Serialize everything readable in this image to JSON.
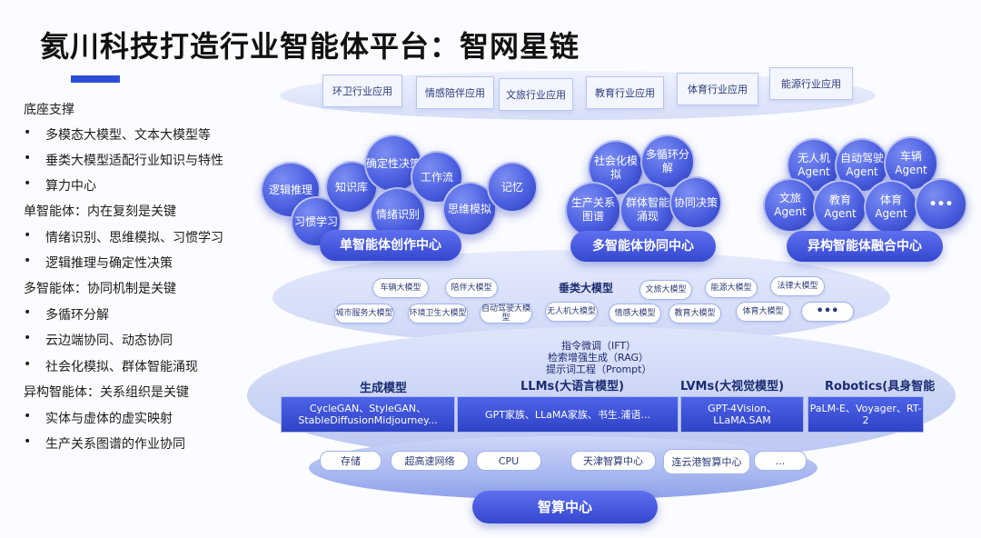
{
  "title": "氦川科技打造行业智能体平台：智网星链",
  "left": {
    "lines": [
      {
        "text": "底座支撑",
        "bullet": false
      },
      {
        "text": "多模态大模型、文本大模型等",
        "bullet": true
      },
      {
        "text": "垂类大模型适配行业知识与特性",
        "bullet": true
      },
      {
        "text": "算力中心",
        "bullet": true
      },
      {
        "text": "单智能体：内在复刻是关键",
        "bullet": false
      },
      {
        "text": "情绪识别、思维模拟、习惯学习",
        "bullet": true
      },
      {
        "text": "逻辑推理与确定性决策",
        "bullet": true
      },
      {
        "text": "多智能体：协同机制是关键",
        "bullet": false
      },
      {
        "text": "多循环分解",
        "bullet": true
      },
      {
        "text": "云边端协同、动态协同",
        "bullet": true
      },
      {
        "text": "社会化模拟、群体智能涌现",
        "bullet": true
      },
      {
        "text": "异构智能体：关系组织是关键",
        "bullet": false
      },
      {
        "text": "实体与虚体的虚实映射",
        "bullet": true
      },
      {
        "text": "生产关系图谱的作业协同",
        "bullet": true
      }
    ]
  },
  "apps": [
    "环卫行业应用",
    "情感陪伴应用",
    "文旅行业应用",
    "教育行业应用",
    "体育行业应用",
    "能源行业应用"
  ],
  "single_agent": {
    "title": "单智能体创作中心",
    "bubbles": [
      "逻辑推理",
      "习惯学习",
      "知识库",
      "确定性决策",
      "情绪识别",
      "工作流",
      "思维模拟",
      "记忆"
    ]
  },
  "multi_agent": {
    "title": "多智能体协同中心",
    "bubbles": [
      "社会化模拟",
      "多循环分解",
      "生产关系图谱",
      "群体智能涌现",
      "协同决策"
    ]
  },
  "hetero_agent": {
    "title": "异构智能体融合中心",
    "bubbles": [
      "无人机Agent",
      "自动驾驶Agent",
      "车辆Agent",
      "文旅Agent",
      "教育Agent",
      "体育Agent",
      "•••"
    ]
  },
  "vertical": {
    "title": "垂类大模型",
    "row1": [
      "车辆大模型",
      "陪伴大模型",
      "文旅大模型",
      "能源大模型",
      "法律大模型"
    ],
    "row2": [
      "城市服务大模型",
      "环境卫生大模型",
      "自动驾驶大模型",
      "无人机大模型",
      "情感大模型",
      "教育大模型",
      "体育大模型",
      "•••"
    ]
  },
  "techniques": [
    "指令微调（IFT）",
    "检索增强生成（RAG）",
    "提示词工程（Prompt）"
  ],
  "models": [
    {
      "head": "生成模型",
      "body": "CycleGAN、StyleGAN、StableDiffusionMidjourney..."
    },
    {
      "head": "LLMs(大语言模型)",
      "body": "GPT家族、LLaMA家族、书生.浦语..."
    },
    {
      "head": "LVMs(大视觉模型)",
      "body": "GPT-4Vision、LLaMA.SAM"
    },
    {
      "head": "Robotics(具身智能",
      "body": "PaLM-E、Voyager、RT-2"
    }
  ],
  "infra": [
    "存储",
    "超高速网络",
    "CPU",
    "天津智算中心",
    "连云港智算中心",
    "..."
  ],
  "base": "智算中心",
  "colors": {
    "accent": "#2a4fd6",
    "bubble": "#4b5fe0",
    "layer": "#dfe6fb"
  }
}
